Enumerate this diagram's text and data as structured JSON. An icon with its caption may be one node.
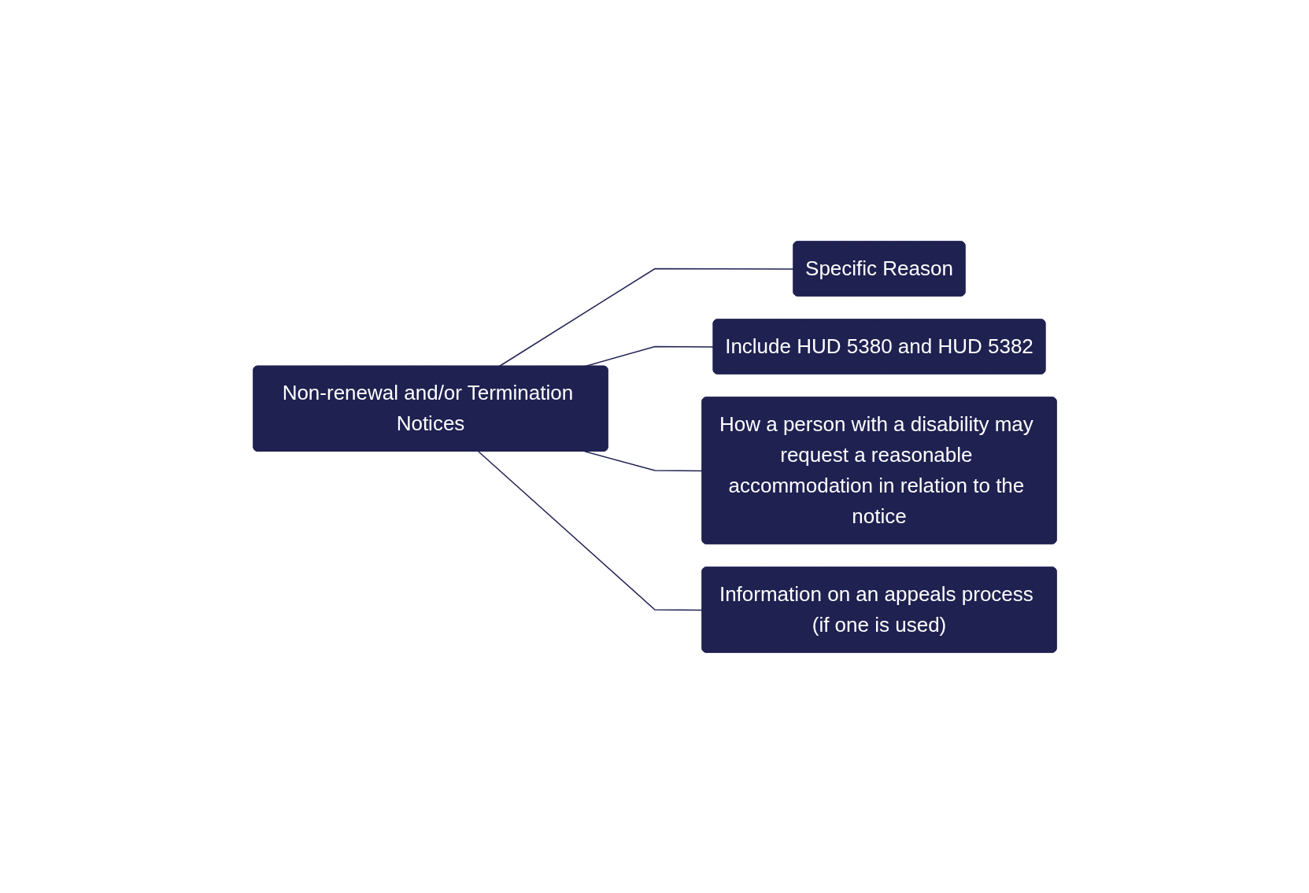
{
  "diagram": {
    "nodes": [
      {
        "text": [
          "Non-renewal and/or Termination Notices"
        ]
      },
      {
        "text": [
          "Specific Reason"
        ]
      },
      {
        "text": [
          "Include HUD 5380 and HUD 5382"
        ]
      },
      {
        "text": [
          "How a person with a disability may request a reasonable accommodation in relation to the notice"
        ]
      },
      {
        "text": [
          "Information on an appeals process (if one is used)"
        ]
      }
    ],
    "edges": [
      {
        "from": 0,
        "to": 1,
        "arrow": "none"
      },
      {
        "from": 0,
        "to": 2,
        "arrow": "none"
      },
      {
        "from": 0,
        "to": 3,
        "arrow": "none"
      },
      {
        "from": 0,
        "to": 4,
        "arrow": "none"
      }
    ]
  }
}
